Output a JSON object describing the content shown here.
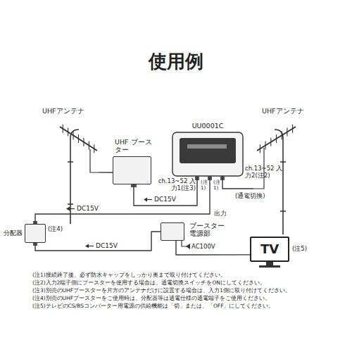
{
  "diagram": {
    "title": "使用例",
    "nodes": [
      {
        "text": [
          "UHFアンテナ"
        ]
      },
      {
        "text": [
          "UHF ブースター"
        ]
      },
      {
        "text": [
          "UU0001C"
        ]
      },
      {
        "text": [
          "UHFアンテナ"
        ]
      },
      {
        "text": [
          "分配器"
        ]
      },
      {
        "text": [
          "ブースター 電源部"
        ]
      },
      {
        "text": [
          "TV"
        ]
      }
    ],
    "edges": [
      {
        "from": 0,
        "to": 1,
        "arrow": "none"
      },
      {
        "from": 1,
        "to": 2,
        "label": "DC15V",
        "arrow": "none"
      },
      {
        "from": 3,
        "to": 2,
        "arrow": "none"
      },
      {
        "from": 2,
        "to": 4,
        "label": "DC15V",
        "arrow": "none"
      },
      {
        "from": 4,
        "to": 5,
        "label": "DC15V",
        "arrow": "none"
      },
      {
        "from": 5,
        "to": 6,
        "arrow": "none"
      }
    ],
    "labels": [
      "ch.13~52 入力1(注3)",
      "(注1)",
      "(注1)",
      "出力",
      "ch.13~52 入力2(注2)",
      "(通電切換)",
      "(注4)",
      "AC100V",
      "(注5)",
      "(注1)接続終了後、必ず防水キャップをしっかり奥まで取り付けてください。",
      "(注2)入力2端子側にブースターを使用する場合は、通電切換スイッチをONにしてください。",
      "(注3)別売のUHFブースターを片方のアンテナだけに設置する場合は、入力1側に取り付けてください。",
      "(注4)別売のUHFブースターをご使用時は、分配器等は通電仕様の通電端子をご使用ください。",
      "(注5)テレビのCS/BSコンバーター用電源の供給機能は「切」または、「OFF」にしてください。"
    ]
  }
}
